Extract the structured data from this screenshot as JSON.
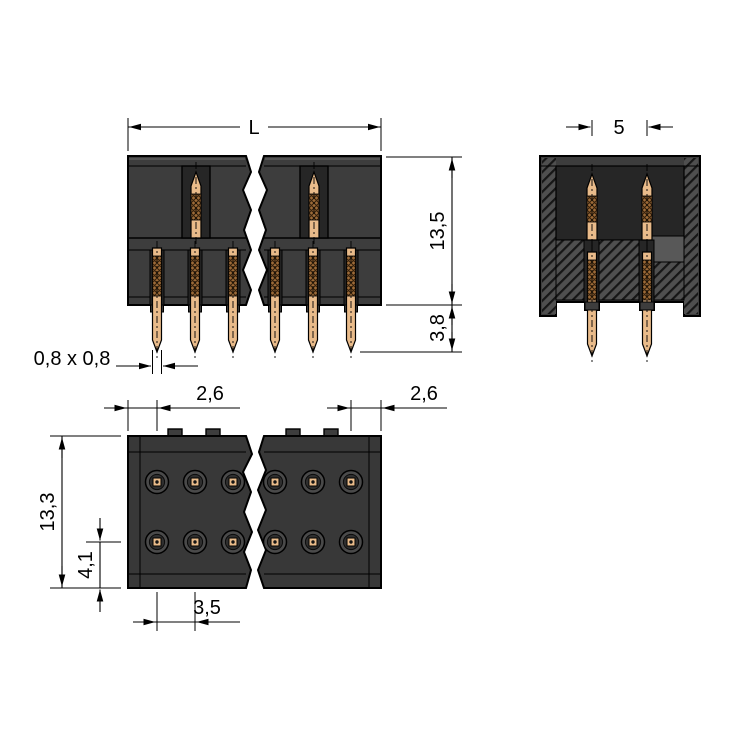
{
  "colors": {
    "background": "#ffffff",
    "outline": "#000000",
    "housing": "#3d3d3d",
    "housing_dark": "#262626",
    "pin_copper": "#e9bb8a",
    "knurl": "#9c6a38"
  },
  "dims": {
    "front": {
      "length": "L",
      "housing_height": "13,5",
      "pin_protrusion": "3,8",
      "pin_cross_section": "0,8 x 0,8"
    },
    "side": {
      "row_spacing": "5"
    },
    "bottom": {
      "edge_to_pin_left": "2,6",
      "edge_to_pin_right": "2,6",
      "housing_depth": "13,3",
      "row_to_edge": "4,1",
      "pin_pitch": "3,5"
    }
  }
}
